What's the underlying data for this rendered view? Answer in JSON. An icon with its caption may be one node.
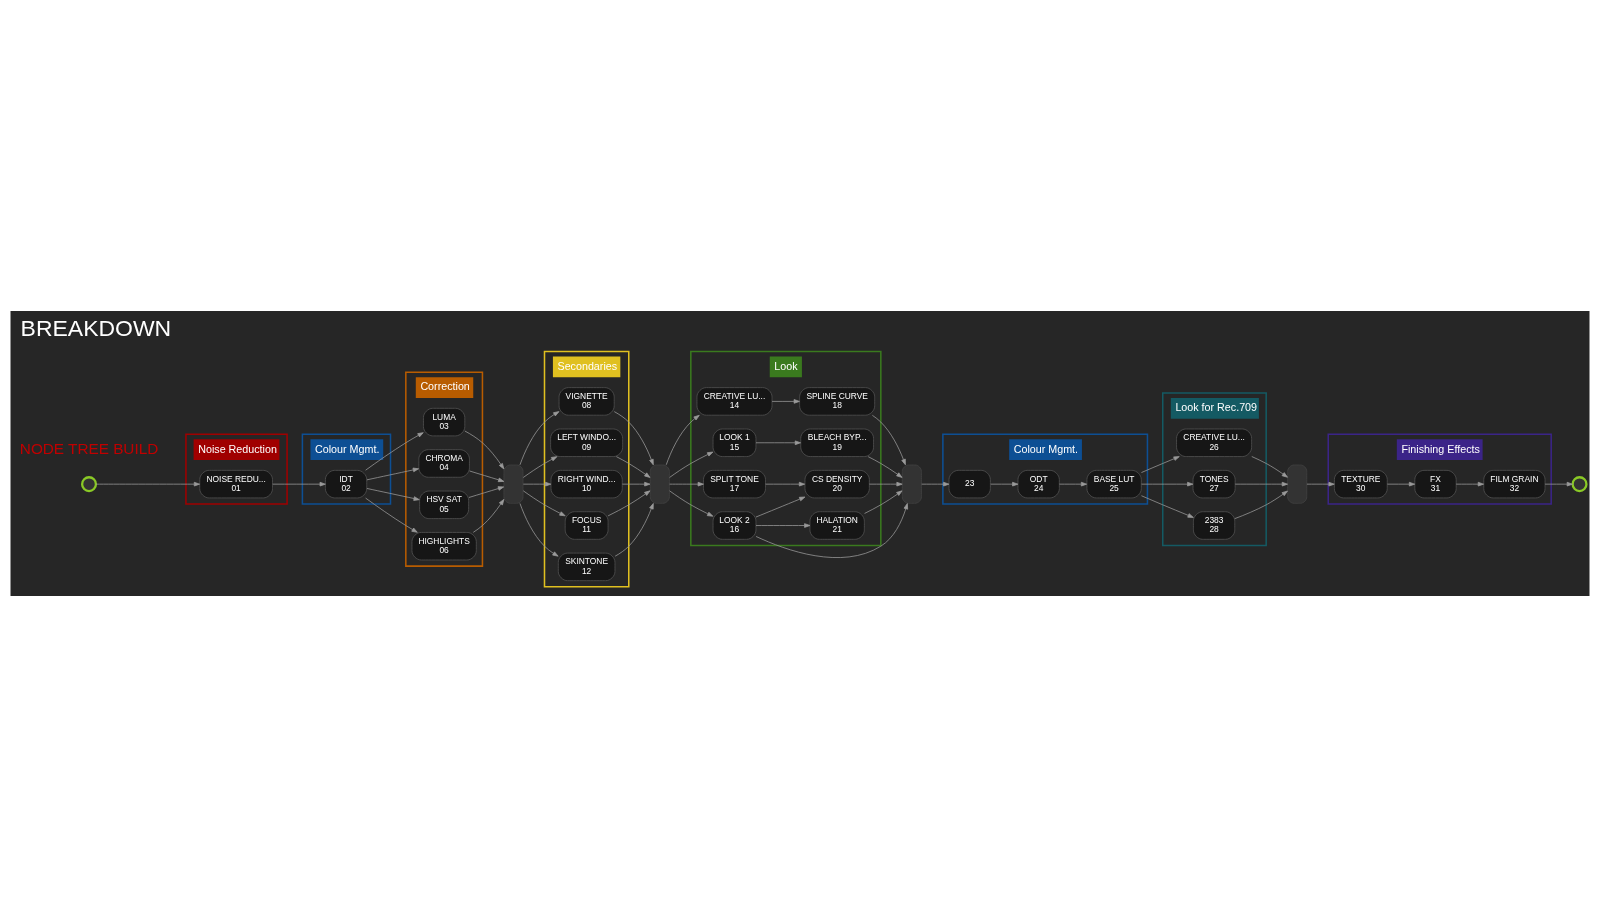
{
  "diagram": {
    "title": "BREAKDOWN",
    "nodes": [
      {
        "text": [],
        "shape": "circle"
      },
      {
        "text": [
          "Noise Reduction"
        ]
      },
      {
        "text": [
          "NOISE REDU...",
          "01"
        ],
        "in": 1
      },
      {
        "text": [
          "Colour Mgmt."
        ]
      },
      {
        "text": [
          "IDT",
          "02"
        ],
        "in": 3
      },
      {
        "text": [
          "Correction"
        ]
      },
      {
        "text": [
          "LUMA",
          "03"
        ],
        "in": 5
      },
      {
        "text": [
          "CHROMA",
          "04"
        ],
        "in": 5
      },
      {
        "text": [
          "HSV SAT",
          "05"
        ],
        "in": 5
      },
      {
        "text": [
          "HIGHLIGHTS",
          "06"
        ],
        "in": 5
      },
      {
        "text": [],
        "shape": "box"
      },
      {
        "text": [
          "Secondaries"
        ]
      },
      {
        "text": [
          "VIGNETTE",
          "08"
        ],
        "in": 11
      },
      {
        "text": [
          "LEFT WINDO...",
          "09"
        ],
        "in": 11
      },
      {
        "text": [
          "RIGHT WIND...",
          "10"
        ],
        "in": 11
      },
      {
        "text": [
          "FOCUS",
          "11"
        ],
        "in": 11
      },
      {
        "text": [
          "SKINTONE",
          "12"
        ],
        "in": 11
      },
      {
        "text": [],
        "shape": "box"
      },
      {
        "text": [
          "Look"
        ]
      },
      {
        "text": [
          "CREATIVE LU...",
          "14"
        ],
        "in": 18
      },
      {
        "text": [
          "SPLINE CURVE",
          "18"
        ],
        "in": 18
      },
      {
        "text": [
          "LOOK 1",
          "15"
        ],
        "in": 18
      },
      {
        "text": [
          "BLEACH BYP...",
          "19"
        ],
        "in": 18
      },
      {
        "text": [
          "LOOK 2",
          "16"
        ],
        "in": 18
      },
      {
        "text": [
          "CS DENSITY",
          "20"
        ],
        "in": 18
      },
      {
        "text": [
          "SPLIT TONE",
          "17"
        ],
        "in": 18
      },
      {
        "text": [
          "HALATION",
          "21"
        ],
        "in": 18
      },
      {
        "text": [],
        "shape": "box"
      },
      {
        "text": [
          "Colour Mgmt."
        ]
      },
      {
        "text": [
          "23"
        ],
        "in": 28
      },
      {
        "text": [
          "ODT",
          "24"
        ],
        "in": 28
      },
      {
        "text": [
          "BASE LUT",
          "25"
        ],
        "in": 28
      },
      {
        "text": [
          "Look for Rec.709"
        ]
      },
      {
        "text": [
          "CREATIVE LU...",
          "26"
        ],
        "in": 32
      },
      {
        "text": [
          "TONES",
          "27"
        ],
        "in": 32
      },
      {
        "text": [
          "2383",
          "28"
        ],
        "in": 32
      },
      {
        "text": [],
        "shape": "box"
      },
      {
        "text": [
          "Finishing Effects"
        ]
      },
      {
        "text": [
          "TEXTURE",
          "30"
        ],
        "in": 37
      },
      {
        "text": [
          "FX",
          "31"
        ],
        "in": 37
      },
      {
        "text": [
          "FILM GRAIN",
          "32"
        ],
        "in": 37
      },
      {
        "text": [],
        "shape": "circle"
      }
    ],
    "edges": [
      {
        "from": 0,
        "to": 2,
        "arrow": "to"
      },
      {
        "from": 2,
        "to": 4,
        "arrow": "to"
      },
      {
        "from": 4,
        "to": 6,
        "arrow": "to"
      },
      {
        "from": 4,
        "to": 7,
        "arrow": "to"
      },
      {
        "from": 4,
        "to": 8,
        "arrow": "to"
      },
      {
        "from": 4,
        "to": 9,
        "arrow": "to"
      },
      {
        "from": 6,
        "to": 10,
        "arrow": "to"
      },
      {
        "from": 7,
        "to": 10,
        "arrow": "to"
      },
      {
        "from": 8,
        "to": 10,
        "arrow": "to"
      },
      {
        "from": 9,
        "to": 10,
        "arrow": "to"
      },
      {
        "from": 10,
        "to": 12,
        "arrow": "to"
      },
      {
        "from": 10,
        "to": 13,
        "arrow": "to"
      },
      {
        "from": 10,
        "to": 14,
        "arrow": "to"
      },
      {
        "from": 10,
        "to": 15,
        "arrow": "to"
      },
      {
        "from": 10,
        "to": 16,
        "arrow": "to"
      },
      {
        "from": 12,
        "to": 17,
        "arrow": "to"
      },
      {
        "from": 13,
        "to": 17,
        "arrow": "to"
      },
      {
        "from": 14,
        "to": 17,
        "arrow": "to"
      },
      {
        "from": 15,
        "to": 17,
        "arrow": "to"
      },
      {
        "from": 16,
        "to": 17,
        "arrow": "to"
      },
      {
        "from": 17,
        "to": 19,
        "arrow": "to"
      },
      {
        "from": 17,
        "to": 21,
        "arrow": "to"
      },
      {
        "from": 17,
        "to": 23,
        "arrow": "to"
      },
      {
        "from": 17,
        "to": 25,
        "arrow": "to"
      },
      {
        "from": 19,
        "to": 20,
        "arrow": "to"
      },
      {
        "from": 21,
        "to": 22,
        "arrow": "to"
      },
      {
        "from": 23,
        "to": 24,
        "arrow": "to"
      },
      {
        "from": 23,
        "to": 26,
        "arrow": "to"
      },
      {
        "from": 25,
        "to": 24,
        "arrow": "to"
      },
      {
        "from": 20,
        "to": 27,
        "arrow": "to"
      },
      {
        "from": 22,
        "to": 27,
        "arrow": "to"
      },
      {
        "from": 23,
        "to": 27,
        "arrow": "to"
      },
      {
        "from": 24,
        "to": 27,
        "arrow": "to"
      },
      {
        "from": 26,
        "to": 27,
        "arrow": "to"
      },
      {
        "from": 27,
        "to": 29,
        "arrow": "to"
      },
      {
        "from": 29,
        "to": 30,
        "arrow": "to"
      },
      {
        "from": 30,
        "to": 31,
        "arrow": "to"
      },
      {
        "from": 31,
        "to": 33,
        "arrow": "to"
      },
      {
        "from": 31,
        "to": 34,
        "arrow": "to"
      },
      {
        "from": 31,
        "to": 35,
        "arrow": "to"
      },
      {
        "from": 33,
        "to": 36,
        "arrow": "to"
      },
      {
        "from": 34,
        "to": 36,
        "arrow": "to"
      },
      {
        "from": 35,
        "to": 36,
        "arrow": "to"
      },
      {
        "from": 36,
        "to": 38,
        "arrow": "to"
      },
      {
        "from": 38,
        "to": 39,
        "arrow": "to"
      },
      {
        "from": 39,
        "to": 40,
        "arrow": "to"
      },
      {
        "from": 40,
        "to": 41,
        "arrow": "to"
      }
    ],
    "labels": [
      "NODE TREE BUILD"
    ]
  }
}
